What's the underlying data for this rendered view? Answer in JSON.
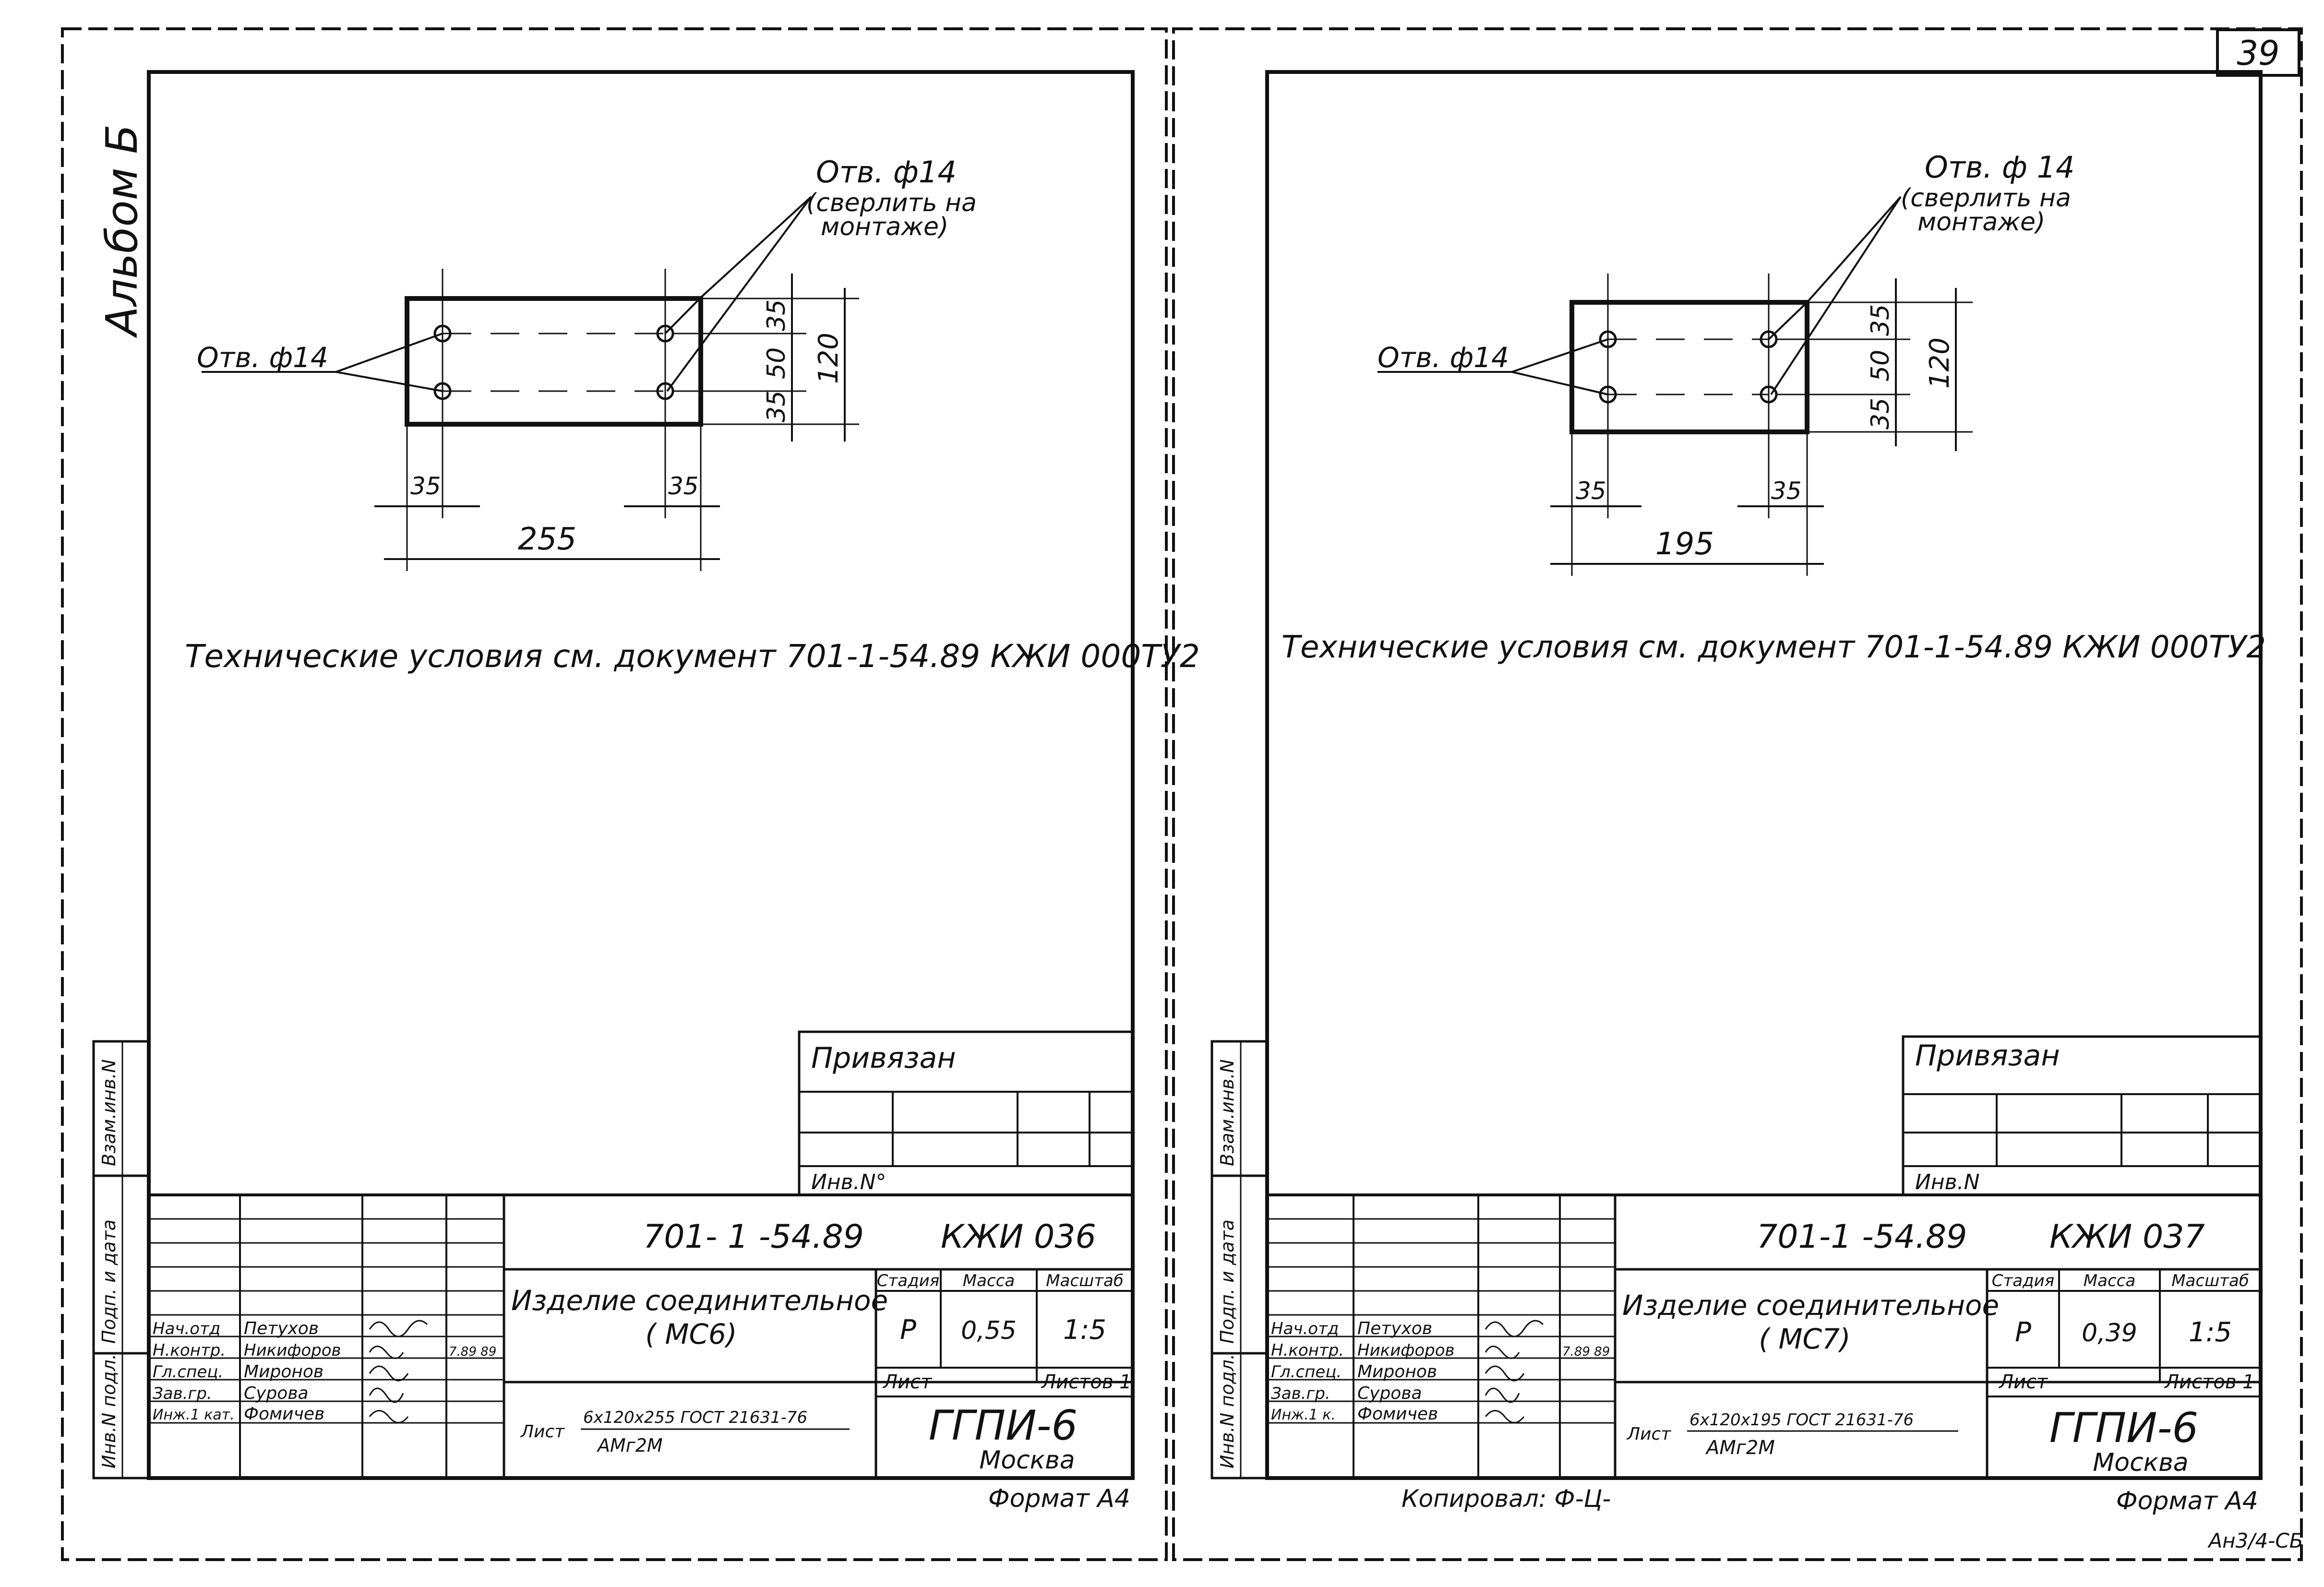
{
  "page_number": "39",
  "album_label": "Альбом Б",
  "bottom_right_mark": "Ан3/4-СБ",
  "sheets": [
    {
      "hole_top": "Отв. ф14",
      "hole_note": [
        "(сверлить на",
        "монтаже)"
      ],
      "hole_left": "Отв. ф14",
      "dims": {
        "d35a": "35",
        "d50": "50",
        "d35b": "35",
        "d120": "120",
        "dx1": "35",
        "dx2": "35",
        "width": "255"
      },
      "tech_note": "Технические условия см. документ 701-1-54.89 КЖИ 000ТУ2",
      "side_labels": [
        "Инв.N подл.",
        "Подп. и дата",
        "Взам.инв.N"
      ],
      "privyazan": "Привязан",
      "inv_no": "Инв.N°",
      "doc_code": "701- 1 -54.89",
      "doc_sheet": "КЖИ 036",
      "title": [
        "Изделие соединительное",
        "( МС6)"
      ],
      "col_stage": "Стадия",
      "col_mass": "Масса",
      "col_scale": "Масштаб",
      "stage": "Р",
      "mass": "0,55",
      "scale": "1:5",
      "list_label": "Лист",
      "lists_label": "Листов 1",
      "material_prefix": "Лист",
      "material_spec": "6х120х255 ГОСТ 21631-76",
      "material_alloy": "АМг2М",
      "org": "ГГПИ-6",
      "city": "Москва",
      "roles": [
        "Нач.отд",
        "Н.контр.",
        "Гл.спец.",
        "Зав.гр.",
        "Инж.1 кат."
      ],
      "names": [
        "Петухов",
        "Никифоров",
        "Миронов",
        "Сурова",
        "Фомичев"
      ],
      "date": "7.89 89",
      "format": "Формат А4",
      "copied": ""
    },
    {
      "hole_top": "Отв. ф 14",
      "hole_note": [
        "(сверлить на",
        "монтаже)"
      ],
      "hole_left": "Отв. ф14",
      "dims": {
        "d35a": "35",
        "d50": "50",
        "d35b": "35",
        "d120": "120",
        "dx1": "35",
        "dx2": "35",
        "width": "195"
      },
      "tech_note": "Технические условия см. документ 701-1-54.89 КЖИ 000ТУ2",
      "side_labels": [
        "Инв.N подл.",
        "Подп. и дата",
        "Взам.инв.N"
      ],
      "privyazan": "Привязан",
      "inv_no": "Инв.N",
      "doc_code": "701-1 -54.89",
      "doc_sheet": "КЖИ 037",
      "title": [
        "Изделие соединительное",
        "( МС7)"
      ],
      "col_stage": "Стадия",
      "col_mass": "Масса",
      "col_scale": "Масштаб",
      "stage": "Р",
      "mass": "0,39",
      "scale": "1:5",
      "list_label": "Лист",
      "lists_label": "Листов 1",
      "material_prefix": "Лист",
      "material_spec": "6х120х195 ГОСТ 21631-76",
      "material_alloy": "АМг2М",
      "org": "ГГПИ-6",
      "city": "Москва",
      "roles": [
        "Нач.отд",
        "Н.контр.",
        "Гл.спец.",
        "Зав.гр.",
        "Инж.1 к."
      ],
      "names": [
        "Петухов",
        "Никифоров",
        "Миронов",
        "Сурова",
        "Фомичев"
      ],
      "date": "7.89 89",
      "format": "Формат А4",
      "copied": "Копировал: Ф-Ц-"
    }
  ]
}
